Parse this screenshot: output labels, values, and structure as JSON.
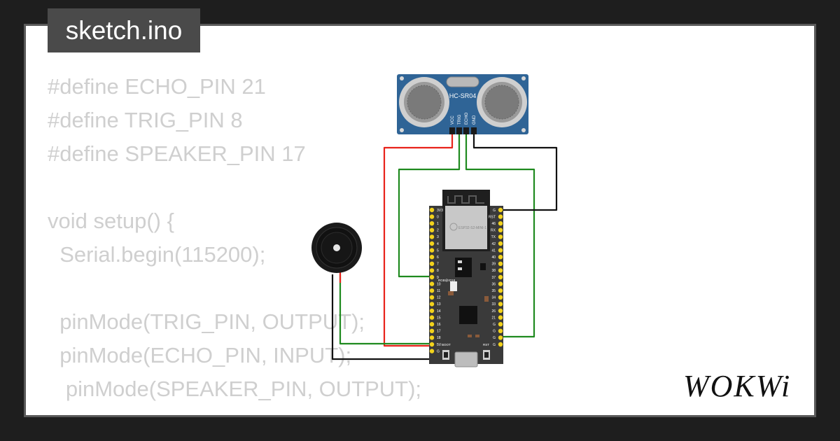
{
  "tab": {
    "filename": "sketch.ino"
  },
  "code_lines": [
    "#define ECHO_PIN 21",
    "#define TRIG_PIN 8",
    "#define SPEAKER_PIN 17",
    "",
    "void setup() {",
    "  Serial.begin(115200);",
    "",
    "  pinMode(TRIG_PIN, OUTPUT);",
    "  pinMode(ECHO_PIN, INPUT);",
    "   pinMode(SPEAKER_PIN, OUTPUT);"
  ],
  "sensor": {
    "label": "HC-SR04",
    "pins": [
      "VCC",
      "TRIG",
      "ECHO",
      "GND"
    ]
  },
  "board": {
    "module_label": "ESP32-S2-MINI-1",
    "rgb_label": "RGB@IO18",
    "boot_label": "BOOT",
    "rst_label": "RST",
    "left_pins": [
      "3V3",
      "0",
      "1",
      "2",
      "3",
      "4",
      "5",
      "6",
      "7",
      "8",
      "9",
      "10",
      "11",
      "12",
      "13",
      "14",
      "15",
      "16",
      "17",
      "18",
      "5V",
      "G"
    ],
    "right_pins": [
      "G",
      "RST",
      "46",
      "RX",
      "TX",
      "42",
      "41",
      "40",
      "39",
      "38",
      "37",
      "36",
      "35",
      "34",
      "33",
      "26",
      "21",
      "G",
      "G",
      "G",
      "G"
    ]
  },
  "logo": {
    "text": "WOKWi"
  },
  "colors": {
    "background": "#1e1e1e",
    "card": "#ffffff",
    "tab": "#4a4a4a",
    "code_text": "#cfcfcf",
    "sensor_pcb": "#2f6496",
    "board_pcb": "#3a3a3a",
    "pin_yellow": "#f2d21c",
    "wire_red": "#e8231b",
    "wire_green": "#1f8a1f",
    "wire_black": "#111111"
  }
}
